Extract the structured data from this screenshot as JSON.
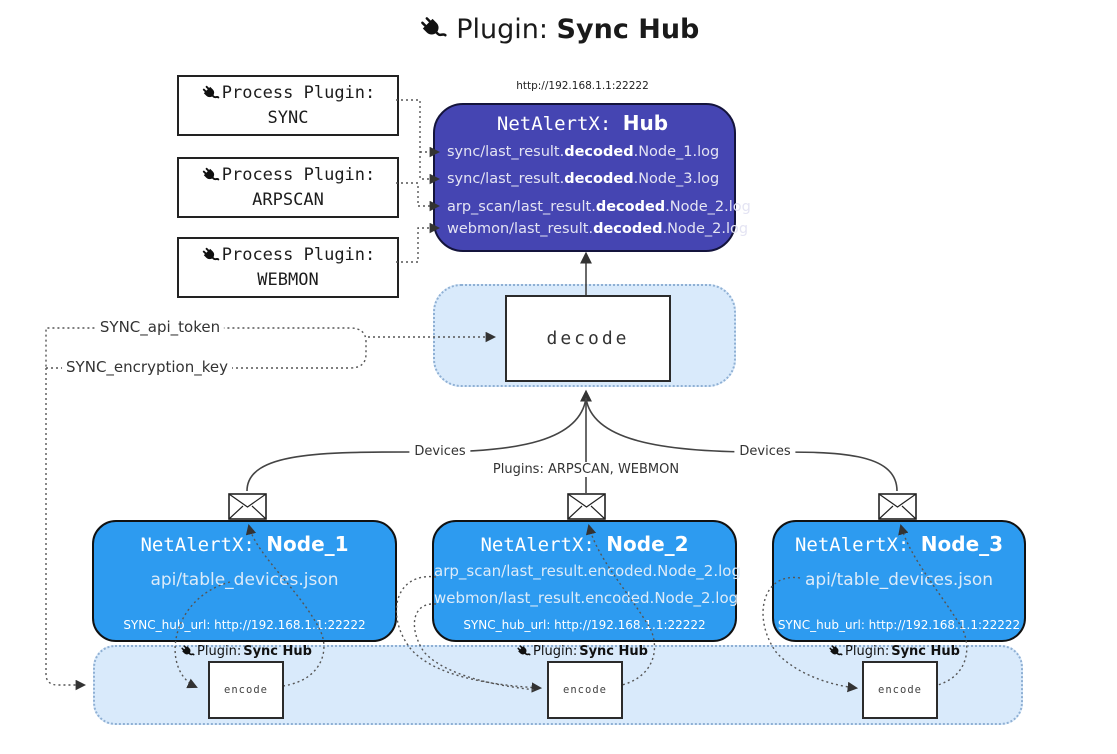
{
  "title": {
    "prefix": "Plugin: ",
    "name": "Sync Hub"
  },
  "hub": {
    "url": "http://192.168.1.1:22222",
    "name_prefix": "NetAlertX: ",
    "name": "Hub",
    "items": [
      {
        "pre": "sync/last_result.",
        "bold": "decoded",
        "post": ".Node_1.log"
      },
      {
        "pre": "sync/last_result.",
        "bold": "decoded",
        "post": ".Node_3.log"
      },
      {
        "pre": "arp_scan/last_result.",
        "bold": "decoded",
        "post": ".Node_2.log"
      },
      {
        "pre": "webmon/last_result.",
        "bold": "decoded",
        "post": ".Node_2.log"
      }
    ]
  },
  "process_plugins": [
    {
      "label": "Process Plugin:",
      "name": "SYNC"
    },
    {
      "label": "Process Plugin:",
      "name": "ARPSCAN"
    },
    {
      "label": "Process Plugin:",
      "name": "WEBMON"
    }
  ],
  "decode": {
    "label": "decode"
  },
  "settings": {
    "api_token": "SYNC_api_token",
    "encryption_key": "SYNC_encryption_key"
  },
  "edge_labels": {
    "left": "Devices",
    "middle": "Plugins: ARPSCAN, WEBMON",
    "right": "Devices"
  },
  "nodes": [
    {
      "name_prefix": "NetAlertX: ",
      "name": "Node_1",
      "lines": [
        "api/table_devices.json"
      ],
      "footer": "SYNC_hub_url: http://192.168.1.1:22222"
    },
    {
      "name_prefix": "NetAlertX: ",
      "name": "Node_2",
      "lines": [
        "arp_scan/last_result.encoded.Node_2.log",
        "webmon/last_result.encoded.Node_2.log"
      ],
      "footer": "SYNC_hub_url: http://192.168.1.1:22222"
    },
    {
      "name_prefix": "NetAlertX: ",
      "name": "Node_3",
      "lines": [
        "api/table_devices.json"
      ],
      "footer": "SYNC_hub_url: http://192.168.1.1:22222"
    }
  ],
  "encoders": [
    {
      "plugin_prefix": "Plugin: ",
      "plugin_name": "Sync Hub",
      "label": "encode"
    },
    {
      "plugin_prefix": "Plugin: ",
      "plugin_name": "Sync Hub",
      "label": "encode"
    },
    {
      "plugin_prefix": "Plugin: ",
      "plugin_name": "Sync Hub",
      "label": "encode"
    }
  ],
  "colors": {
    "hub_fill": "#4545b2",
    "node_fill": "#2d9bf0",
    "panel_fill": "#d9eafb",
    "panel_border": "#8fb0d4",
    "line": "#444444"
  }
}
